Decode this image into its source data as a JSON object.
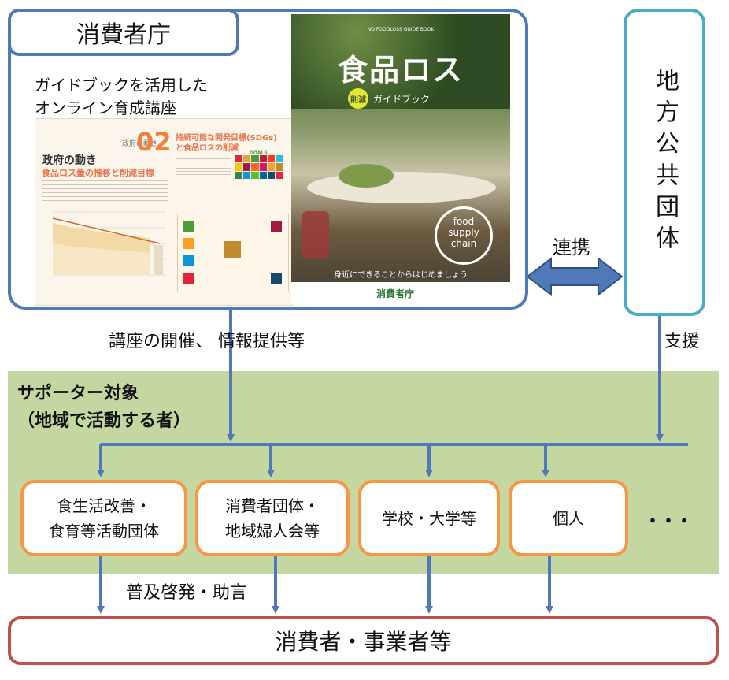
{
  "consumer_agency": {
    "title": "消費者庁",
    "subtitle_line1": "ガイドブックを活用した",
    "subtitle_line2": "オンライン育成講座"
  },
  "local_gov": {
    "label": "地方公共団体"
  },
  "relations": {
    "cooperation": "連携",
    "lectures": "講座の開催、 情報提供等",
    "support": "支援",
    "spread": "普及啓発・助言"
  },
  "supporters": {
    "title_line1": "サポーター対象",
    "title_line2": "（地域で活動する者）"
  },
  "orgs": {
    "org1_line1": "食生活改善・",
    "org1_line2": "食育等活動団体",
    "org2_line1": "消費者団体・",
    "org2_line2": "地域婦人会等",
    "org3": "学校・大学等",
    "org4": "個人",
    "more": "・・・"
  },
  "target": {
    "label": "消費者・事業者等"
  },
  "brochure": {
    "cover_header": "NO FOODLOSS GUIDE BOOK",
    "cover_title": "食品ロス",
    "cover_badge": "削減",
    "cover_subtitle": "ガイドブック",
    "cycle_line1": "food",
    "cycle_line2": "supply",
    "cycle_line3": "chain",
    "cover_tagline": "身近にできることからはじめましょう",
    "cover_logo": "消費者庁",
    "page_number": "02",
    "page_label": "政府の動き",
    "page_heading": "食品ロス量の推移と削減目標",
    "sdg_heading_line1": "持続可能な開発目標(SDGs)",
    "sdg_heading_line2": "と食品ロスの削減",
    "sdg_logo": "GOALS"
  },
  "colors": {
    "arrow": "#4f79b8",
    "band": "#c4d7a1",
    "org_border": "#f79646",
    "target_border": "#c0504d",
    "local_border": "#4bacc6"
  }
}
